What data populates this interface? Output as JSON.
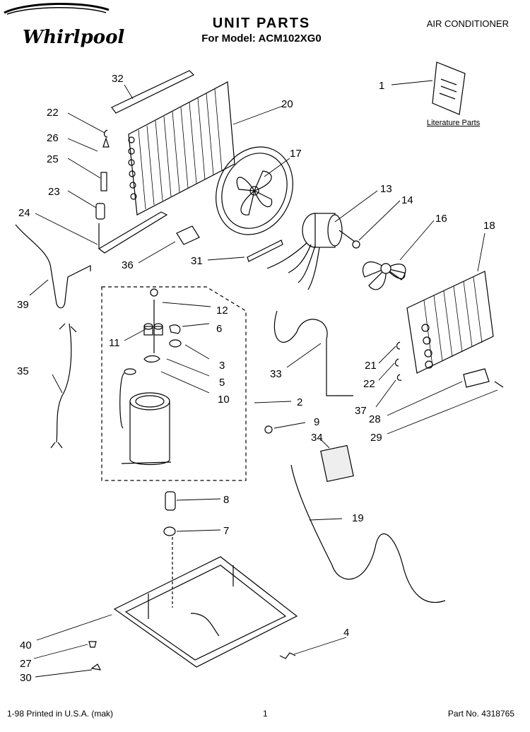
{
  "header": {
    "title": "UNIT PARTS",
    "model_line": "For Model: ACM102XG0",
    "product_type": "AIR CONDITIONER",
    "brand": "Whirlpool"
  },
  "literature_label": "Literature Parts",
  "callouts": [
    "1",
    "2",
    "3",
    "4",
    "5",
    "6",
    "7",
    "8",
    "9",
    "10",
    "11",
    "12",
    "13",
    "14",
    "16",
    "17",
    "18",
    "19",
    "20",
    "21",
    "22",
    "22",
    "23",
    "24",
    "25",
    "26",
    "27",
    "28",
    "29",
    "30",
    "31",
    "32",
    "33",
    "34",
    "35",
    "36",
    "37",
    "39",
    "40"
  ],
  "footer": {
    "left": "1-98 Printed in U.S.A. (mak)",
    "page": "1",
    "part_no": "Part No. 4318765"
  }
}
